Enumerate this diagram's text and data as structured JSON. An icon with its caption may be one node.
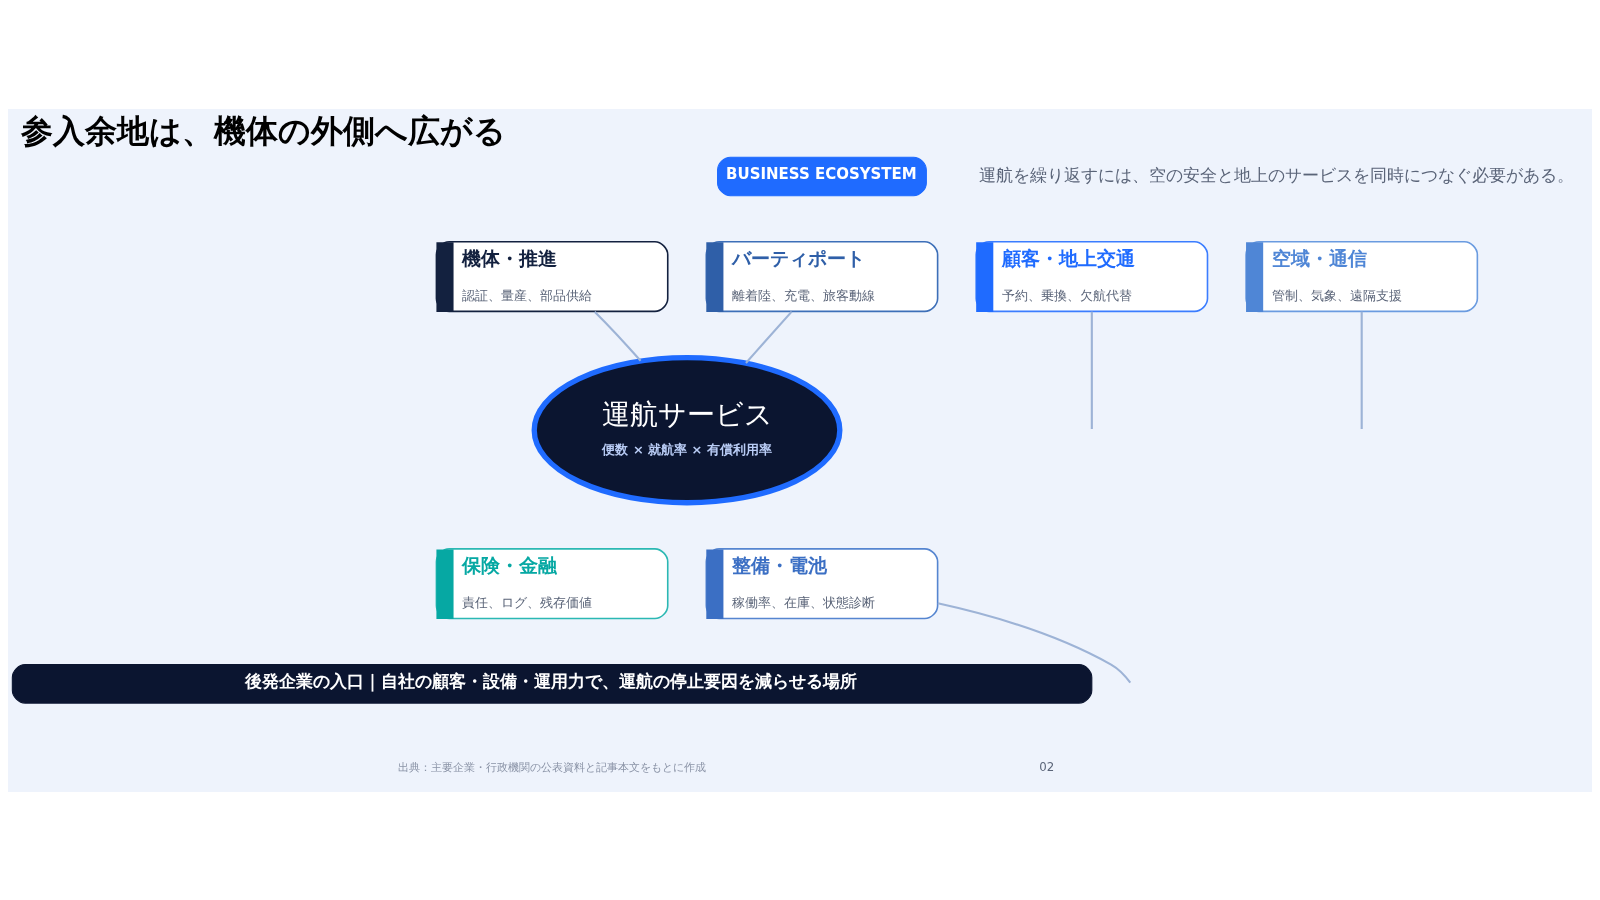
{
  "diagram": {
    "title": "参入余地は、機体の外側へ広がる",
    "nodes": [
      {
        "text": [
          "BUSINESS ECOSYSTEM"
        ]
      },
      {
        "text": [
          "機体・推進",
          "認証、量産、部品供給"
        ]
      },
      {
        "text": [
          "バーティポート",
          "離着陸、充電、旅客動線"
        ]
      },
      {
        "text": [
          "空域・通信",
          "管制、気象、遠隔支援"
        ]
      },
      {
        "text": [
          "顧客・地上交通",
          "予約、乗換、欠航代替"
        ]
      },
      {
        "text": [
          "運航サービス",
          "便数 × 就航率 × 有償利用率"
        ]
      },
      {
        "text": [
          "整備・電池",
          "稼働率、在庫、状態診断"
        ]
      },
      {
        "text": [
          "保険・金融",
          "責任、ログ、残存価値"
        ]
      },
      {
        "text": [
          "後発企業の入口｜自社の顧客・設備・運用力で、運航の停止要因を減らせる場所"
        ]
      }
    ],
    "edges": [
      {
        "from": 1,
        "to": 5,
        "arrow": "none"
      },
      {
        "from": 2,
        "to": 5,
        "arrow": "none"
      },
      {
        "from": 3,
        "to": null,
        "arrow": "none"
      },
      {
        "from": 4,
        "to": null,
        "arrow": "none"
      },
      {
        "from": 6,
        "to": null,
        "arrow": "none"
      }
    ],
    "labels": [
      "運航を繰り返すには、空の安全と地上のサービスを同時につなぐ必要がある。",
      "出典：主要企業・行政機関の公表資料と記事本文をもとに作成",
      "02"
    ]
  }
}
